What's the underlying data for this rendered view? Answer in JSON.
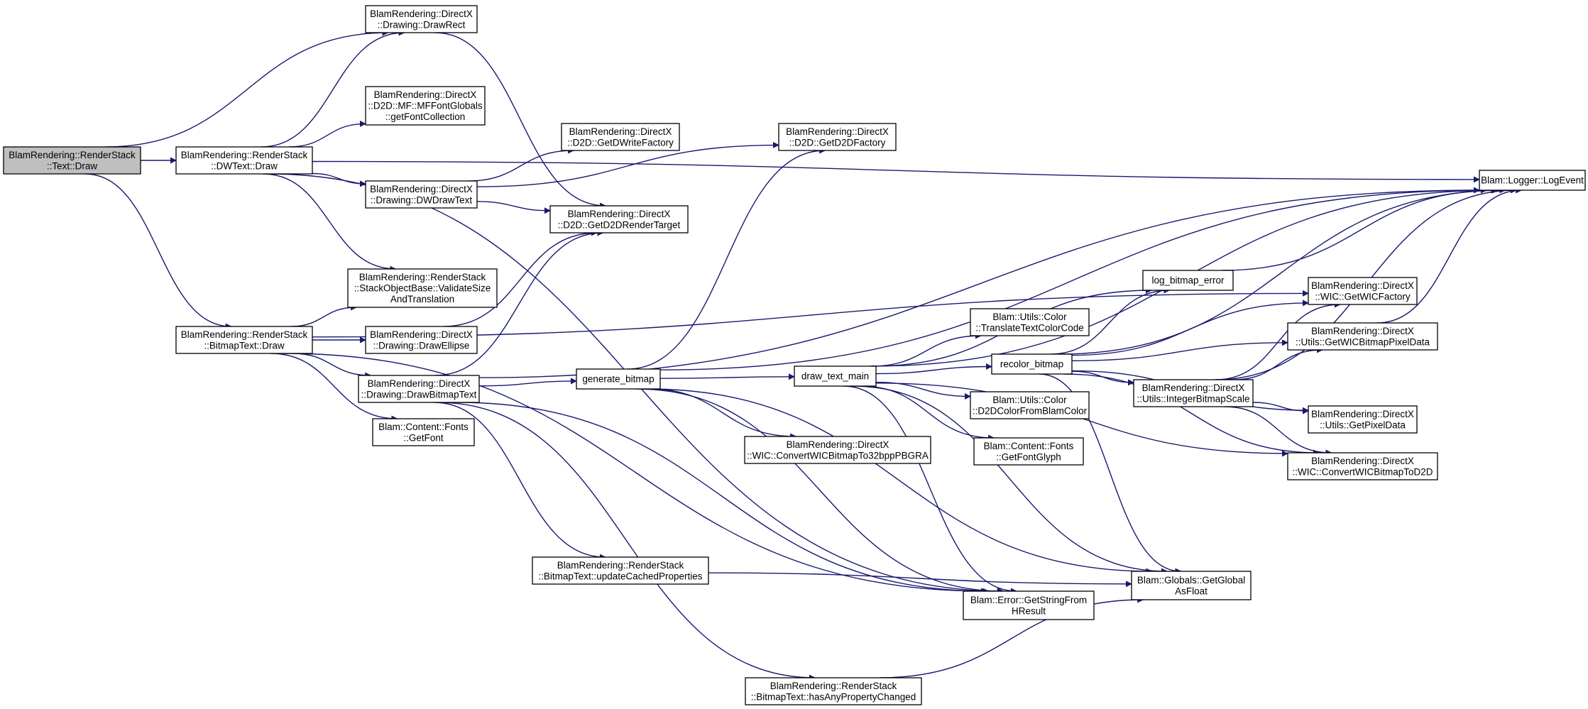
{
  "diagram": {
    "type": "call-graph",
    "colors": {
      "edge": "#191970",
      "node_fill": "#ffffff",
      "root_fill": "#bfbfbf",
      "border": "#000000"
    },
    "nodes": [
      {
        "id": "text_draw",
        "lines": [
          "BlamRendering::RenderStack",
          "::Text::Draw"
        ],
        "root": true
      },
      {
        "id": "dwtext_draw",
        "lines": [
          "BlamRendering::RenderStack",
          "::DWText::Draw"
        ]
      },
      {
        "id": "bitmaptext_draw",
        "lines": [
          "BlamRendering::RenderStack",
          "::BitmapText::Draw"
        ]
      },
      {
        "id": "draw_rect",
        "lines": [
          "BlamRendering::DirectX",
          "::Drawing::DrawRect"
        ]
      },
      {
        "id": "font_collection",
        "lines": [
          "BlamRendering::DirectX",
          "::D2D::MF::MFFontGlobals",
          "::getFontCollection"
        ]
      },
      {
        "id": "dw_draw_text",
        "lines": [
          "BlamRendering::DirectX",
          "::Drawing::DWDrawText"
        ]
      },
      {
        "id": "validate_size",
        "lines": [
          "BlamRendering::RenderStack",
          "::StackObjectBase::ValidateSize",
          "AndTranslation"
        ]
      },
      {
        "id": "draw_ellipse",
        "lines": [
          "BlamRendering::DirectX",
          "::Drawing::DrawEllipse"
        ]
      },
      {
        "id": "draw_bitmap_text",
        "lines": [
          "BlamRendering::DirectX",
          "::Drawing::DrawBitmapText"
        ]
      },
      {
        "id": "get_font",
        "lines": [
          "Blam::Content::Fonts",
          "::GetFont"
        ]
      },
      {
        "id": "get_dwrite_factory",
        "lines": [
          "BlamRendering::DirectX",
          "::D2D::GetDWriteFactory"
        ]
      },
      {
        "id": "get_d2d_render_target",
        "lines": [
          "BlamRendering::DirectX",
          "::D2D::GetD2DRenderTarget"
        ]
      },
      {
        "id": "get_d2d_factory",
        "lines": [
          "BlamRendering::DirectX",
          "::D2D::GetD2DFactory"
        ]
      },
      {
        "id": "generate_bitmap",
        "lines": [
          "generate_bitmap"
        ]
      },
      {
        "id": "update_cached",
        "lines": [
          "BlamRendering::RenderStack",
          "::BitmapText::updateCachedProperties"
        ]
      },
      {
        "id": "has_any_changed",
        "lines": [
          "BlamRendering::RenderStack",
          "::BitmapText::hasAnyPropertyChanged"
        ]
      },
      {
        "id": "draw_text_main",
        "lines": [
          "draw_text_main"
        ]
      },
      {
        "id": "convert_32bpp",
        "lines": [
          "BlamRendering::DirectX",
          "::WIC::ConvertWICBitmapTo32bppPBGRA"
        ]
      },
      {
        "id": "log_bitmap_error",
        "lines": [
          "log_bitmap_error"
        ]
      },
      {
        "id": "translate_color",
        "lines": [
          "Blam::Utils::Color",
          "::TranslateTextColorCode"
        ]
      },
      {
        "id": "recolor_bitmap",
        "lines": [
          "recolor_bitmap"
        ]
      },
      {
        "id": "d2d_color",
        "lines": [
          "Blam::Utils::Color",
          "::D2DColorFromBlamColor"
        ]
      },
      {
        "id": "get_font_glyph",
        "lines": [
          "Blam::Content::Fonts",
          "::GetFontGlyph"
        ]
      },
      {
        "id": "get_string_hresult",
        "lines": [
          "Blam::Error::GetStringFrom",
          "HResult"
        ]
      },
      {
        "id": "get_global_float",
        "lines": [
          "Blam::Globals::GetGlobal",
          "AsFloat"
        ]
      },
      {
        "id": "get_wic_factory",
        "lines": [
          "BlamRendering::DirectX",
          "::WIC::GetWICFactory"
        ]
      },
      {
        "id": "get_wic_pixel_data",
        "lines": [
          "BlamRendering::DirectX",
          "::Utils::GetWICBitmapPixelData"
        ]
      },
      {
        "id": "integer_scale",
        "lines": [
          "BlamRendering::DirectX",
          "::Utils::IntegerBitmapScale"
        ]
      },
      {
        "id": "get_pixel_data",
        "lines": [
          "BlamRendering::DirectX",
          "::Utils::GetPixelData"
        ]
      },
      {
        "id": "convert_d2d",
        "lines": [
          "BlamRendering::DirectX",
          "::WIC::ConvertWICBitmapToD2D"
        ]
      },
      {
        "id": "log_event",
        "lines": [
          "Blam::Logger::LogEvent"
        ]
      }
    ],
    "edges": [
      [
        "text_draw",
        "draw_rect"
      ],
      [
        "text_draw",
        "dwtext_draw"
      ],
      [
        "text_draw",
        "bitmaptext_draw"
      ],
      [
        "dwtext_draw",
        "draw_rect"
      ],
      [
        "dwtext_draw",
        "font_collection"
      ],
      [
        "dwtext_draw",
        "dw_draw_text"
      ],
      [
        "dwtext_draw",
        "validate_size"
      ],
      [
        "dwtext_draw",
        "log_event"
      ],
      [
        "dwtext_draw",
        "get_string_hresult"
      ],
      [
        "bitmaptext_draw",
        "validate_size"
      ],
      [
        "bitmaptext_draw",
        "draw_ellipse"
      ],
      [
        "bitmaptext_draw",
        "draw_bitmap_text"
      ],
      [
        "bitmaptext_draw",
        "get_font"
      ],
      [
        "bitmaptext_draw",
        "get_wic_factory"
      ],
      [
        "bitmaptext_draw",
        "get_string_hresult"
      ],
      [
        "draw_rect",
        "get_d2d_render_target"
      ],
      [
        "dw_draw_text",
        "get_dwrite_factory"
      ],
      [
        "dw_draw_text",
        "get_d2d_factory"
      ],
      [
        "dw_draw_text",
        "get_d2d_render_target"
      ],
      [
        "draw_ellipse",
        "get_d2d_render_target"
      ],
      [
        "draw_bitmap_text",
        "get_d2d_render_target"
      ],
      [
        "draw_bitmap_text",
        "generate_bitmap"
      ],
      [
        "draw_bitmap_text",
        "update_cached"
      ],
      [
        "draw_bitmap_text",
        "has_any_changed"
      ],
      [
        "draw_bitmap_text",
        "get_string_hresult"
      ],
      [
        "draw_bitmap_text",
        "log_event"
      ],
      [
        "generate_bitmap",
        "get_d2d_factory"
      ],
      [
        "generate_bitmap",
        "draw_text_main"
      ],
      [
        "generate_bitmap",
        "convert_32bpp"
      ],
      [
        "generate_bitmap",
        "log_event"
      ],
      [
        "generate_bitmap",
        "get_string_hresult"
      ],
      [
        "generate_bitmap",
        "get_global_float"
      ],
      [
        "update_cached",
        "get_global_float"
      ],
      [
        "has_any_changed",
        "get_global_float"
      ],
      [
        "draw_text_main",
        "log_bitmap_error"
      ],
      [
        "draw_text_main",
        "translate_color"
      ],
      [
        "draw_text_main",
        "recolor_bitmap"
      ],
      [
        "draw_text_main",
        "d2d_color"
      ],
      [
        "draw_text_main",
        "get_font_glyph"
      ],
      [
        "draw_text_main",
        "get_string_hresult"
      ],
      [
        "draw_text_main",
        "get_global_float"
      ],
      [
        "draw_text_main",
        "convert_d2d"
      ],
      [
        "draw_text_main",
        "log_event"
      ],
      [
        "log_bitmap_error",
        "log_event"
      ],
      [
        "recolor_bitmap",
        "log_bitmap_error"
      ],
      [
        "recolor_bitmap",
        "get_wic_factory"
      ],
      [
        "recolor_bitmap",
        "get_wic_pixel_data"
      ],
      [
        "recolor_bitmap",
        "integer_scale"
      ],
      [
        "recolor_bitmap",
        "get_pixel_data"
      ],
      [
        "recolor_bitmap",
        "convert_d2d"
      ],
      [
        "recolor_bitmap",
        "get_global_float"
      ],
      [
        "recolor_bitmap",
        "log_event"
      ],
      [
        "integer_scale",
        "get_wic_factory"
      ],
      [
        "integer_scale",
        "get_wic_pixel_data"
      ],
      [
        "integer_scale",
        "get_pixel_data"
      ],
      [
        "integer_scale",
        "convert_d2d"
      ],
      [
        "integer_scale",
        "log_event"
      ],
      [
        "get_wic_pixel_data",
        "log_event"
      ]
    ]
  }
}
